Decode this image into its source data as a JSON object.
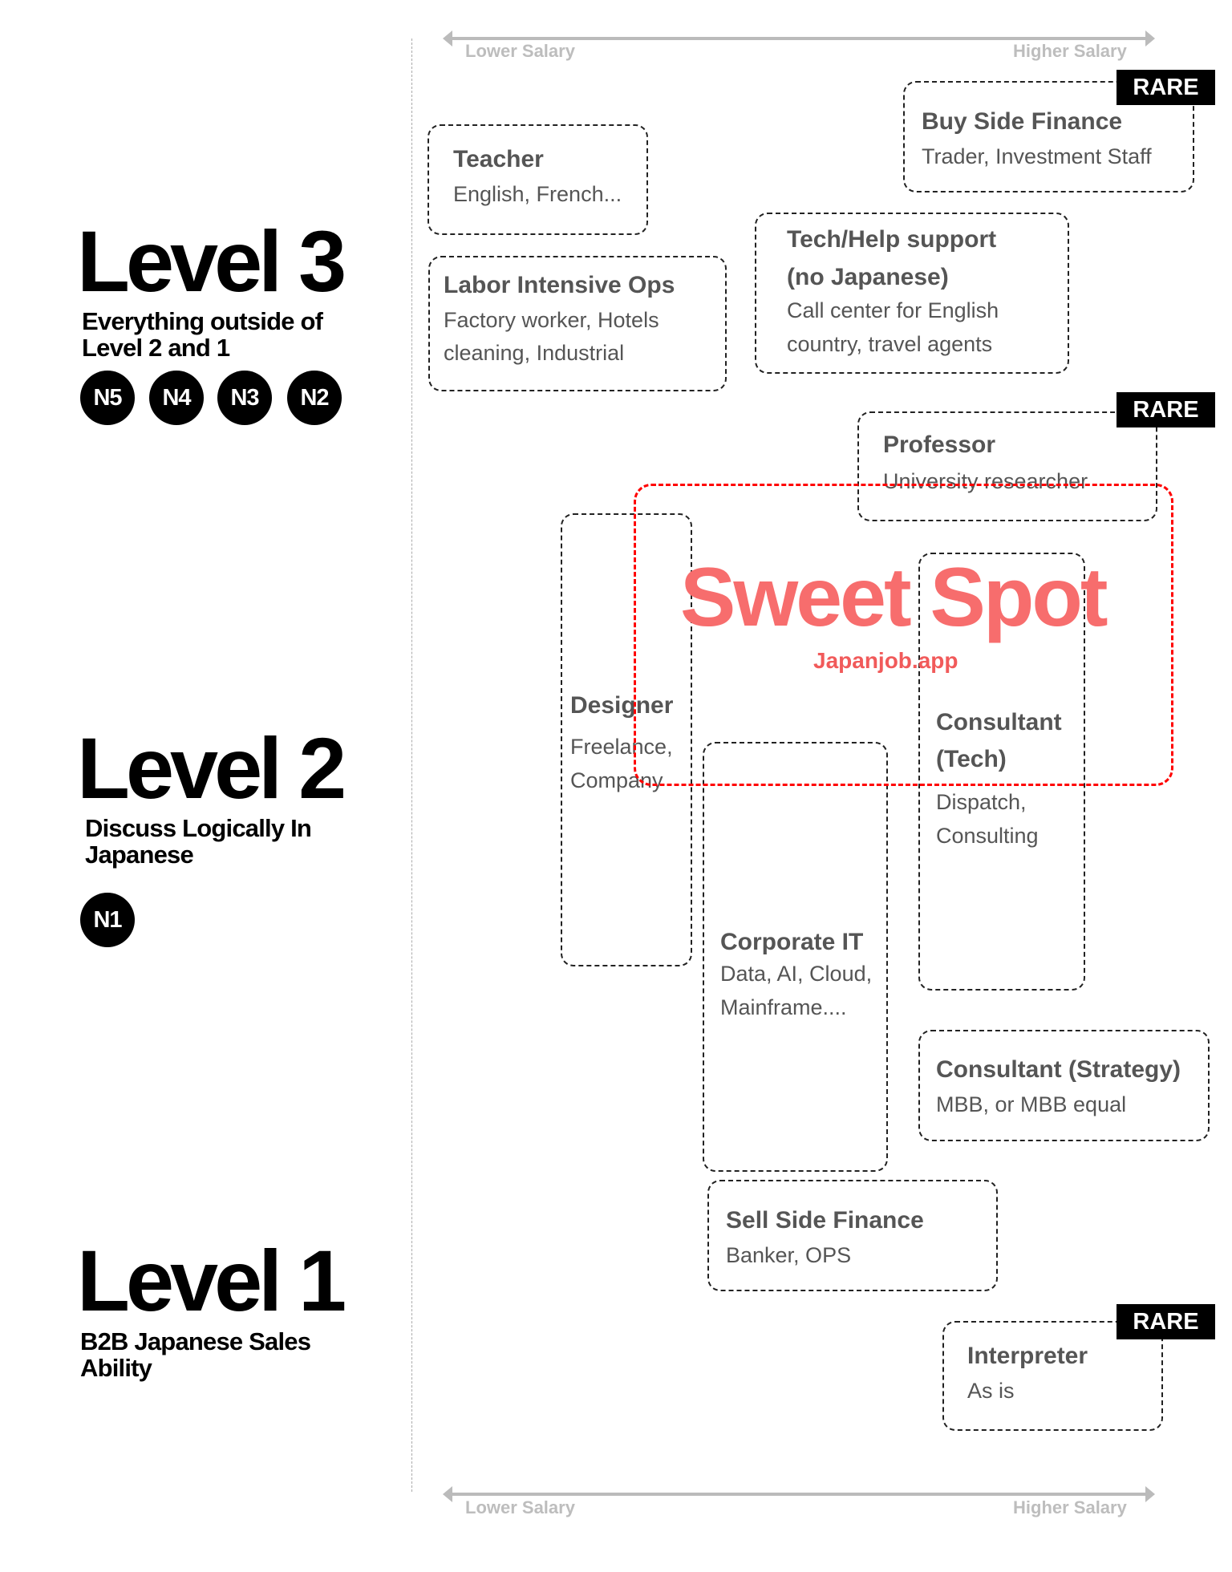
{
  "axis": {
    "lower": "Lower Salary",
    "higher": "Higher Salary"
  },
  "levels": [
    {
      "title": "Level 3",
      "subtitle": "Everything outside of Level 2 and 1",
      "badges": [
        "N5",
        "N4",
        "N3",
        "N2"
      ]
    },
    {
      "title": "Level 2",
      "subtitle": "Discuss Logically In Japanese",
      "badges": [
        "N1"
      ]
    },
    {
      "title": "Level 1",
      "subtitle": "B2B Japanese Sales Ability",
      "badges": []
    }
  ],
  "rare_label": "RARE",
  "jobs": {
    "teacher": {
      "title": "Teacher",
      "lines": [
        "English, French..."
      ]
    },
    "labor": {
      "title": "Labor Intensive Ops",
      "lines": [
        "Factory worker, Hotels",
        "cleaning, Industrial"
      ]
    },
    "buyside": {
      "title": "Buy Side Finance",
      "lines": [
        "Trader, Investment Staff"
      ]
    },
    "techhelp": {
      "title": [
        "Tech/Help support",
        "(no Japanese)"
      ],
      "lines": [
        "Call center for English",
        "country, travel agents"
      ]
    },
    "professor": {
      "title": "Professor",
      "lines": [
        "University researcher"
      ]
    },
    "designer": {
      "title": "Designer",
      "lines": [
        "Freelance,",
        "Company"
      ]
    },
    "consultant_tech": {
      "title": [
        "Consultant",
        "(Tech)"
      ],
      "lines": [
        "Dispatch,",
        "Consulting"
      ]
    },
    "corporate_it": {
      "title": "Corporate IT",
      "lines": [
        "Data, AI, Cloud,",
        "Mainframe...."
      ]
    },
    "consultant_strategy": {
      "title": "Consultant (Strategy)",
      "lines": [
        "MBB, or MBB equal"
      ]
    },
    "sellside": {
      "title": "Sell Side Finance",
      "lines": [
        "Banker, OPS"
      ]
    },
    "interpreter": {
      "title": "Interpreter",
      "lines": [
        "As is"
      ]
    }
  },
  "sweet_spot": {
    "title": "Sweet Spot",
    "brand": "Japanjob.app"
  },
  "colors": {
    "sweet": "#f76d6d",
    "border": "#ff0000",
    "axis": "#bbbbbb"
  }
}
